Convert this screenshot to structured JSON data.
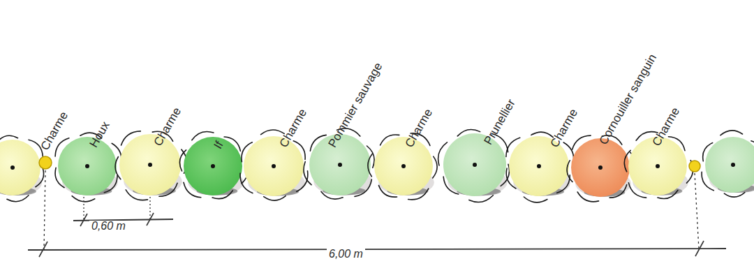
{
  "diagram": {
    "labels": [
      "Charme",
      "Houx",
      "Charme",
      "If",
      "Charme",
      "Pommier sauvage",
      "Charme",
      "Prunellier",
      "Charme",
      "Cornouiller sanguin",
      "Charme",
      "0,60 m",
      "6,00 m"
    ]
  }
}
